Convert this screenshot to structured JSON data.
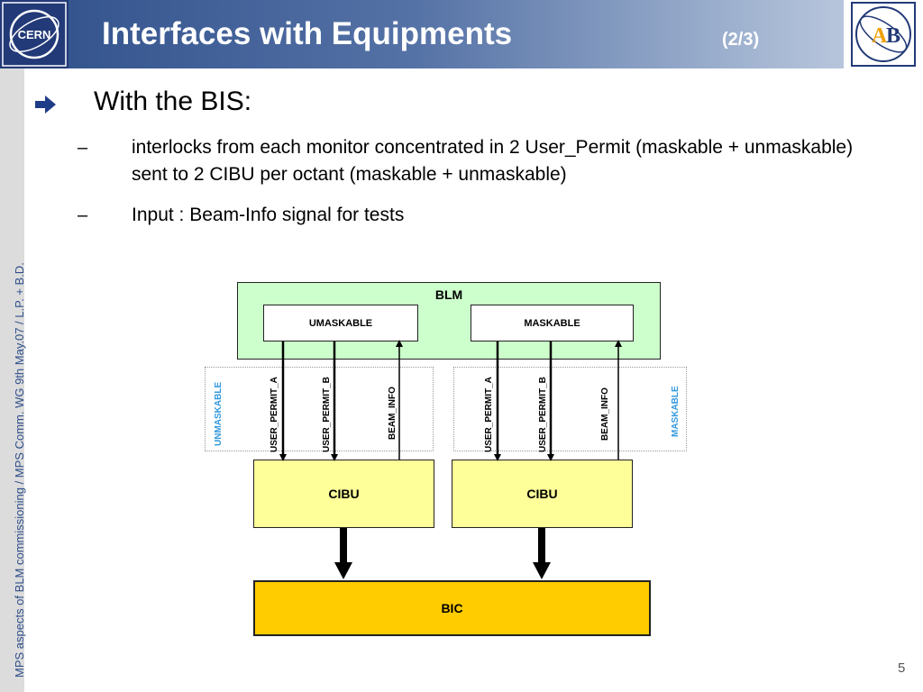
{
  "header": {
    "title": "Interfaces with Equipments",
    "page": "(2/3)"
  },
  "side_text": "MPS aspects of BLM commissioning /  MPS Comm. WG 9th May.07 /  L.P. + B.D.",
  "content": {
    "bullet": "With the BIS:",
    "sub_items": [
      "interlocks from each monitor concentrated in 2 User_Permit (maskable + unmaskable) sent to 2 CIBU per octant (maskable + unmaskable)",
      "Input : Beam-Info signal for tests"
    ],
    "dash": "–"
  },
  "diagram": {
    "blm": "BLM",
    "umaskable_box": "UMASKABLE",
    "maskable_box": "MASKABLE",
    "left_signals": [
      "USER_PERMIT_A",
      "USER_PERMIT_B",
      "BEAM_INFO"
    ],
    "right_signals": [
      "USER_PERMIT_A",
      "USER_PERMIT_B",
      "BEAM_INFO"
    ],
    "left_zone_label": "UNMASKABLE",
    "right_zone_label": "MASKABLE",
    "cibu_left": "CIBU",
    "cibu_right": "CIBU",
    "bic": "BIC"
  },
  "colors": {
    "header_blue": "#2f4f8a",
    "blm_fill": "#ccffcc",
    "cibu_fill": "#ffff99",
    "bic_fill": "#ffcc00",
    "zone_label_blue": "#3399dd"
  },
  "icons": {
    "cern_logo": "cern-logo",
    "ab_logo": "ab-department-logo",
    "bullet": "arrow-right-icon"
  },
  "page_number": "5"
}
